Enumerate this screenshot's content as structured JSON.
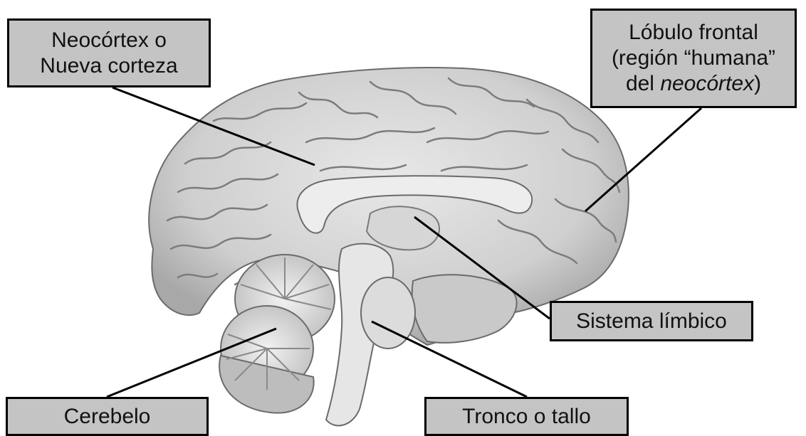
{
  "labels": {
    "neocortex": {
      "line1": "Neocórtex o",
      "line2": "Nueva corteza"
    },
    "frontal": {
      "line1": "Lóbulo frontal",
      "line2": "(región “humana”",
      "line3_prefix": "del ",
      "line3_italic": "neocórtex",
      "line3_suffix": ")"
    },
    "limbico": "Sistema límbico",
    "cerebelo": "Cerebelo",
    "tronco": "Tronco o tallo"
  }
}
